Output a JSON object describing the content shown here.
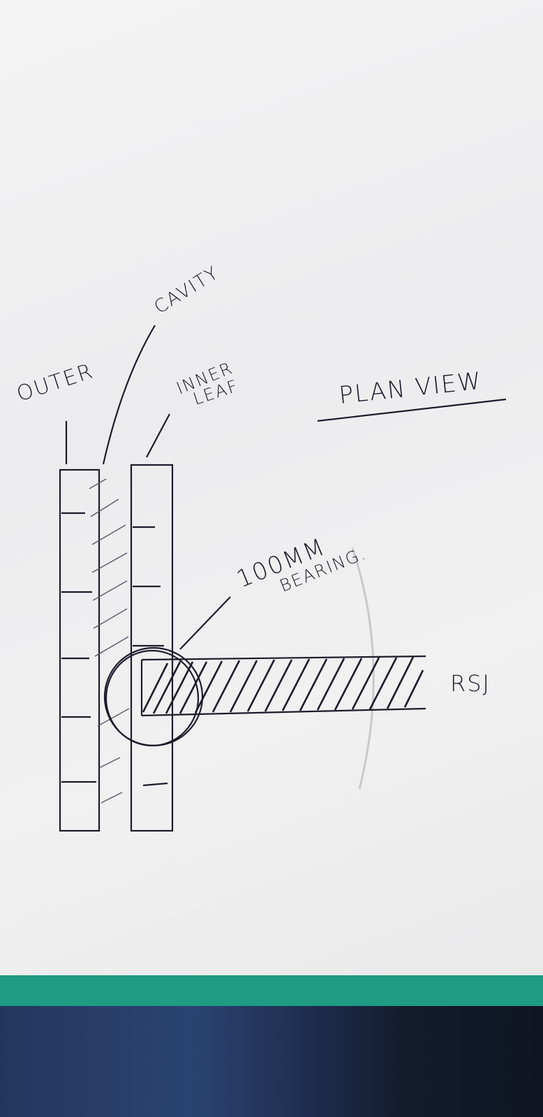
{
  "title": "PLAN VIEW",
  "labels": {
    "outer": "OUTER",
    "cavity": "CAVITY",
    "inner": "INNER",
    "leaf": "LEAF",
    "bearing_value": "100MM",
    "bearing": "BEARING.",
    "rsj": "RSJ"
  },
  "colors": {
    "ink": "#1d1b2b",
    "paper": "#f1f1f1",
    "strip": "#1f9c83",
    "fabric": "#23375e"
  }
}
